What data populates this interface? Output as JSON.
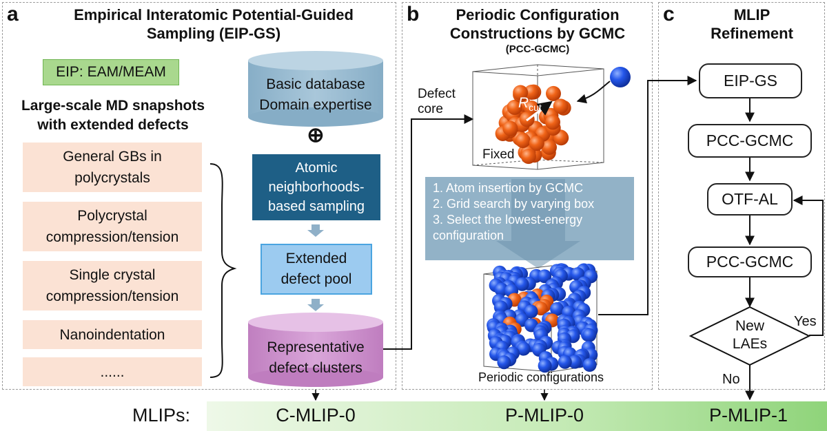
{
  "panel_a": {
    "letter": "a",
    "title_lines": [
      "Empirical Interatomic Potential-Guided",
      "Sampling (EIP-GS)"
    ],
    "eip_badge": "EIP: EAM/MEAM",
    "subtitle_lines": [
      "Large-scale MD snapshots",
      "with extended defects"
    ],
    "snapshot_items": [
      [
        "General GBs in",
        "polycrystals"
      ],
      [
        "Polycrystal",
        "compression/tension"
      ],
      [
        "Single crystal",
        "compression/tension"
      ],
      [
        "Nanoindentation"
      ],
      [
        "......"
      ]
    ],
    "database_lines": [
      "Basic database",
      "Domain expertise"
    ],
    "plus_symbol": "⊕",
    "sampling_lines": [
      "Atomic",
      "neighborhoods-",
      "based sampling"
    ],
    "pool_lines": [
      "Extended",
      "defect pool"
    ],
    "clusters_lines": [
      "Representative",
      "defect clusters"
    ]
  },
  "panel_b": {
    "letter": "b",
    "title_lines": [
      "Periodic Configuration",
      "Constructions by GCMC"
    ],
    "title_sub": "(PCC-GCMC)",
    "defect_core_lines": [
      "Defect",
      "core"
    ],
    "rcut_main": "R",
    "rcut_sub": "cut",
    "fixed_label": "Fixed",
    "steps": [
      "1. Atom insertion by GCMC",
      "2. Grid search by varying box",
      "3. Select the lowest-energy",
      "configuration"
    ],
    "periodic_label": "Periodic configurations"
  },
  "panel_c": {
    "letter": "c",
    "title_lines": [
      "MLIP",
      "Refinement"
    ],
    "flow": [
      "EIP-GS",
      "PCC-GCMC",
      "OTF-AL",
      "PCC-GCMC"
    ],
    "decision_lines": [
      "New",
      "LAEs"
    ],
    "yes_label": "Yes",
    "no_label": "No"
  },
  "bottom": {
    "mlips_label": "MLIPs:",
    "models": [
      "C-MLIP-0",
      "P-MLIP-0",
      "P-MLIP-1"
    ]
  },
  "colors": {
    "atom_orange": "#ee5a14",
    "atom_blue": "#1f4fe0",
    "pink_box": "#fbe2d4",
    "cylinder_blue": "#8fb4cc",
    "cylinder_purple": "#c98ac9",
    "sampling_box": "#1e5f86",
    "pool_box": "#9ccbf0",
    "eip_badge": "#a9d88e",
    "band_green": "#9fd88a",
    "arrow_bg": "#7fa5bd"
  }
}
